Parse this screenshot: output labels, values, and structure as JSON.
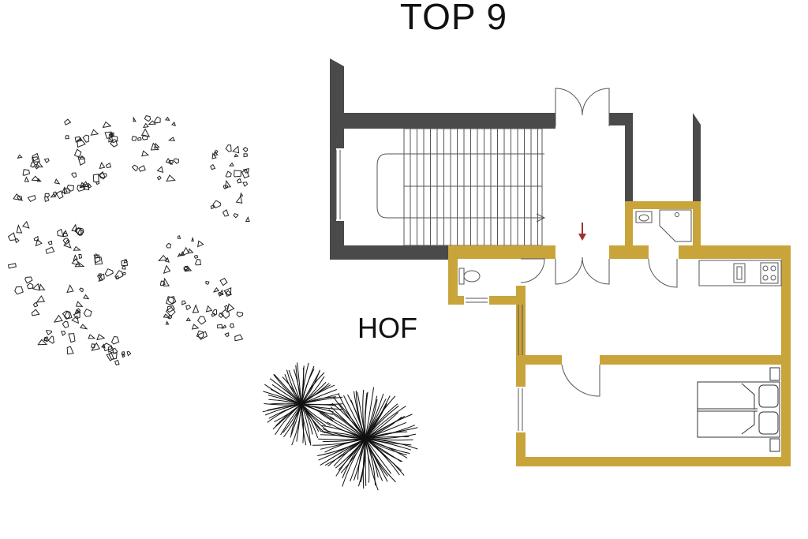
{
  "title": "TOP 9",
  "labels": {
    "courtyard": "HOF"
  },
  "colors": {
    "exterior_wall": "#4a4a4a",
    "apartment_wall": "#c9a43a",
    "line": "#333333",
    "arrow": "#a33030",
    "background": "#ffffff"
  },
  "icons": [
    "stairs",
    "toilet",
    "sink",
    "shower",
    "kitchen-counter",
    "stove",
    "double-bed",
    "pillow",
    "tree",
    "shrub"
  ]
}
